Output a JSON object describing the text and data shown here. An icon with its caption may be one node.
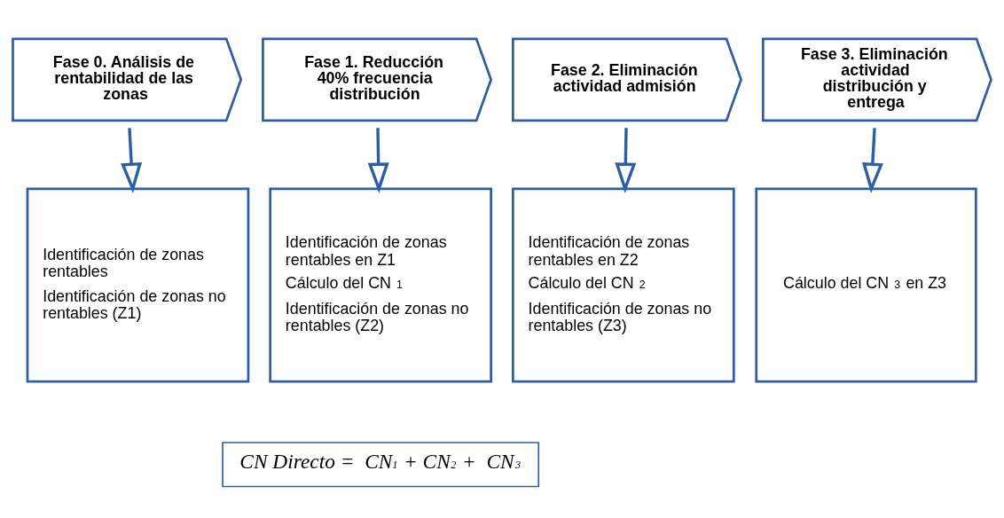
{
  "diagram": {
    "nodes": [
      {
        "text": [
          "Fase 0. Análisis de rentabilidad de las zonas"
        ]
      },
      {
        "text": [
          "Fase 1. Reducción 40% frecuencia distribución"
        ]
      },
      {
        "text": [
          "Fase 2. Eliminación actividad admisión"
        ]
      },
      {
        "text": [
          "Fase 3. Eliminación actividad distribución y entrega"
        ]
      },
      {
        "text": [
          "Identificación de zonas rentables",
          "Identificación de zonas no rentables (Z1)"
        ]
      },
      {
        "text": [
          "Identificación de zonas rentables en Z1",
          "Cálculo del CN$_{1}$",
          "Identificación de zonas no rentables (Z2)"
        ]
      },
      {
        "text": [
          "Identificación de zonas rentables en Z2",
          "Cálculo del CN$_{2}$",
          "Identificación de zonas no rentables (Z3)"
        ]
      },
      {
        "text": [
          "Cálculo del CN$_{3}$ en Z3"
        ]
      },
      {
        "text": [
          "CN Directo =  CN$_{1}$ + CN$_{2}$ +  CN$_{3}$"
        ]
      }
    ],
    "edges": [
      {
        "from": 0,
        "to": 4,
        "arrow": "to"
      },
      {
        "from": 1,
        "to": 5,
        "arrow": "to"
      },
      {
        "from": 2,
        "to": 6,
        "arrow": "to"
      },
      {
        "from": 3,
        "to": 7,
        "arrow": "to"
      }
    ]
  }
}
